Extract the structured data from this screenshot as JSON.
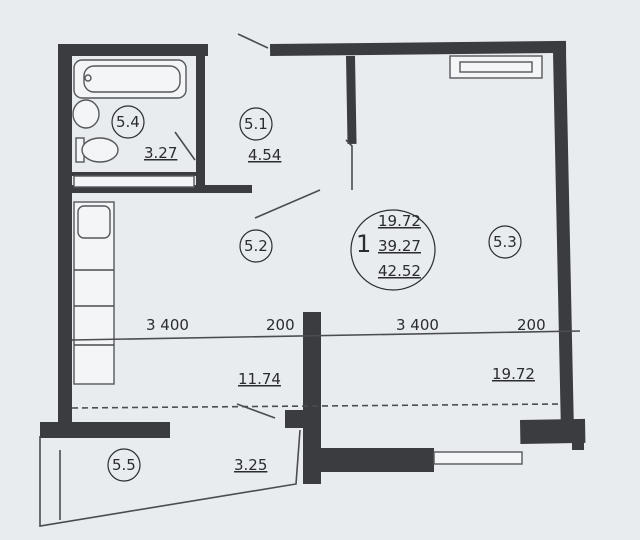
{
  "rooms": [
    {
      "id": "5.1",
      "area": "4.54"
    },
    {
      "id": "5.2",
      "area": "11.74"
    },
    {
      "id": "5.3",
      "area": "19.72"
    },
    {
      "id": "5.4",
      "area": "3.27"
    },
    {
      "id": "5.5",
      "area": "3.25"
    }
  ],
  "apartment": {
    "rooms_count": "1",
    "living_area": "19.72",
    "total_area": "39.27",
    "total_with_balcony": "42.52"
  },
  "dimensions": [
    "3 400",
    "200",
    "3 400",
    "200"
  ]
}
